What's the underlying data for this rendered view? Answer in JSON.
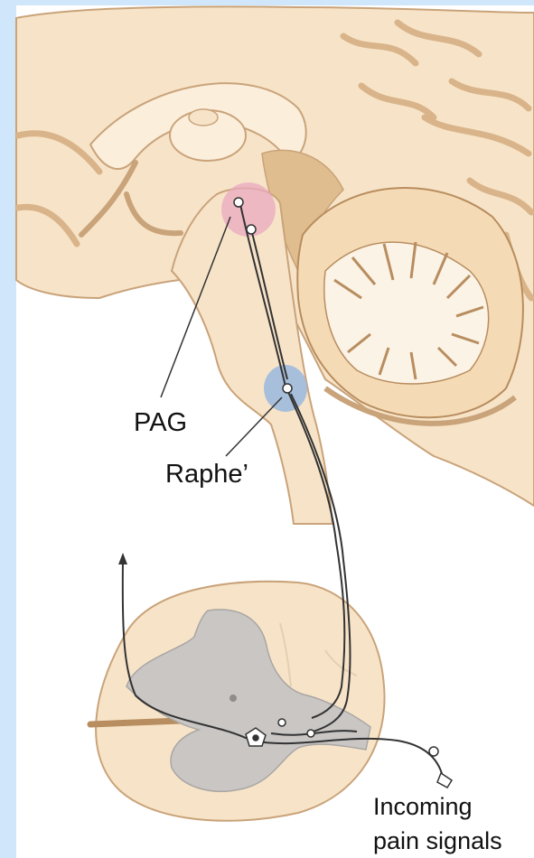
{
  "labels": {
    "pag": "PAG",
    "raphe": "Raphe’",
    "incoming_line1": "Incoming",
    "incoming_line2": "pain signals"
  },
  "colors": {
    "frame": "#cfe6fb",
    "tissue": "#f7e4c8",
    "tissue_shade": "#e8c9a0",
    "outline": "#c9a37a",
    "grey_matter": "#c9c6c4",
    "pag_region": "#e9a9c0",
    "raphe_region": "#9ab8de",
    "neuron": "#333333"
  }
}
